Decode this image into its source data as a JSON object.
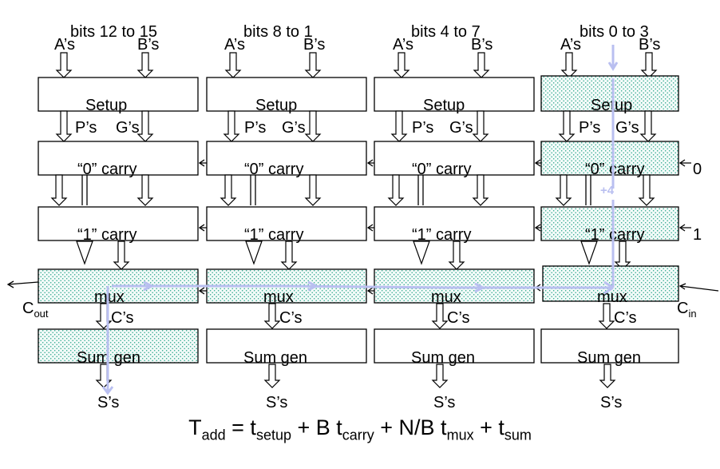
{
  "columns": [
    {
      "bits": "bits 12 to 15",
      "a": "A’s",
      "b": "B’s",
      "setup": "Setup",
      "p": "P’s",
      "g": "G’s",
      "carry0": "“0” carry",
      "carry1": "“1” carry",
      "mux": "mux",
      "c": "C’s",
      "sum": "Sum gen",
      "s": "S’s"
    },
    {
      "bits": "bits 8 to 1",
      "a": "A’s",
      "b": "B’s",
      "setup": "Setup",
      "p": "P’s",
      "g": "G’s",
      "carry0": "“0” carry",
      "carry1": "“1” carry",
      "mux": "mux",
      "c": "C’s",
      "sum": "Sum gen",
      "s": "S’s"
    },
    {
      "bits": "bits 4 to 7",
      "a": "A’s",
      "b": "B’s",
      "setup": "Setup",
      "p": "P’s",
      "g": "G’s",
      "carry0": "“0” carry",
      "carry1": "“1” carry",
      "mux": "mux",
      "c": "C’s",
      "sum": "Sum gen",
      "s": "S’s"
    },
    {
      "bits": "bits 0 to 3",
      "a": "A’s",
      "b": "B’s",
      "setup": "Setup",
      "p": "P’s",
      "g": "G’s",
      "carry0": "“0” carry",
      "carry1": "“1” carry",
      "mux": "mux",
      "c": "C’s",
      "sum": "Sum gen",
      "s": "S’s"
    }
  ],
  "carry_in_0": "0",
  "carry_in_1": "1",
  "plus4": "+4",
  "cout": {
    "main": "C",
    "sub": "out"
  },
  "cin": {
    "main": "C",
    "sub": "in"
  },
  "formula": {
    "lhs": "T",
    "lhs_sub": "add",
    "eq": " = t",
    "t1_sub": "setup",
    "p1": " + B t",
    "t2_sub": "carry",
    "p2": " + N/B t",
    "t3_sub": "mux",
    "p3": " + t",
    "t4_sub": "sum"
  },
  "colors": {
    "highlight_fill": "#2aa58a",
    "critical_path": "#b9bff0"
  }
}
